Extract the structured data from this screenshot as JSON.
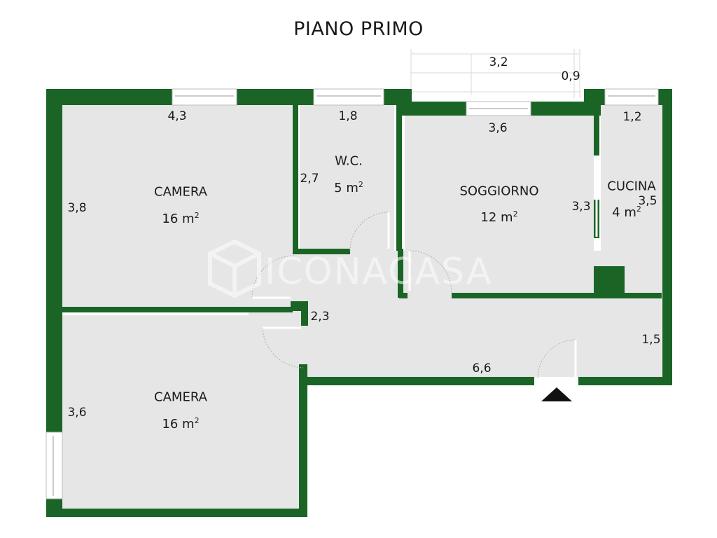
{
  "title": "PIANO PRIMO",
  "colors": {
    "wall": "#1a6526",
    "floor": "#e6e6e6",
    "background": "#ffffff",
    "text": "#1a1a1a"
  },
  "watermark": {
    "text": "ICONACASA",
    "icon": "cube-logo-icon"
  },
  "rooms": [
    {
      "id": "camera-top",
      "name": "CAMERA",
      "area": "16 m",
      "area_exp": "2",
      "width_dim": "4,3",
      "height_dim": "3,8"
    },
    {
      "id": "wc",
      "name": "W.C.",
      "area": "5 m",
      "area_exp": "2",
      "width_dim": "1,8",
      "height_dim": "2,7"
    },
    {
      "id": "soggiorno",
      "name": "SOGGIORNO",
      "area": "12 m",
      "area_exp": "2",
      "width_dim": "3,6",
      "height_dim": "3,3"
    },
    {
      "id": "cucina",
      "name": "CUCINA",
      "area": "4 m",
      "area_exp": "2",
      "width_dim": "1,2",
      "height_dim": "3,5"
    },
    {
      "id": "camera-bottom",
      "name": "CAMERA",
      "area": "16 m",
      "area_exp": "2",
      "height_dim": "3,6"
    },
    {
      "id": "corridoio",
      "width_dim": "6,6",
      "height_dim": "1,5",
      "side_dim": "2,3"
    }
  ],
  "balcony": {
    "width_dim": "3,2",
    "depth_dim": "0,9"
  },
  "entrance": {
    "icon": "entrance-arrow-icon"
  }
}
